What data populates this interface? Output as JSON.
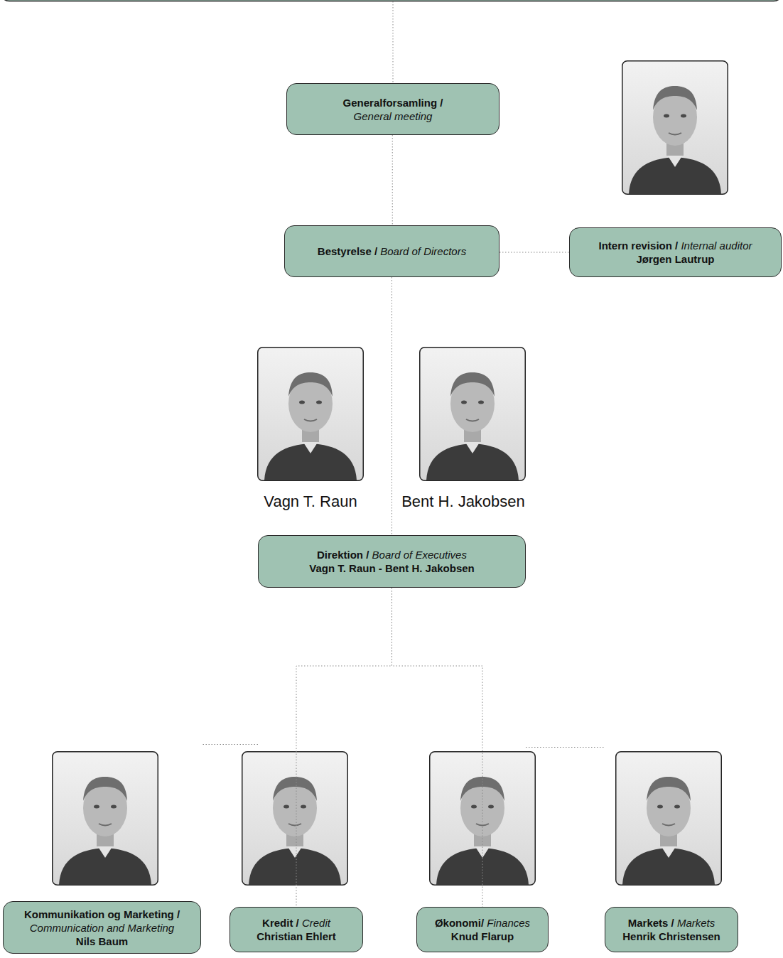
{
  "diagram": {
    "nodes": [
      {
        "text": [
          "Generalforsamling /",
          "General meeting"
        ]
      },
      {
        "text": [
          "Bestyrelse /",
          "Board of Directors"
        ]
      },
      {
        "text": [
          "Intern revision /",
          "Internal auditor",
          "Jørgen Lautrup"
        ]
      },
      {
        "text": [
          "Direktion /",
          "Board of Executives",
          "Vagn T. Raun - Bent H. Jakobsen"
        ]
      },
      {
        "text": [
          "Kommunikation og Marketing /",
          "Communication and Marketing",
          "Nils Baum"
        ]
      },
      {
        "text": [
          "Kredit /",
          "Credit",
          "Christian Ehlert"
        ]
      },
      {
        "text": [
          "Økonomi/",
          "Finances",
          "Knud Flarup"
        ]
      },
      {
        "text": [
          "Markets /",
          "Markets",
          "Henrik Christensen"
        ]
      }
    ],
    "edges": [
      {
        "from": 0,
        "to": 1,
        "arrow": "none"
      },
      {
        "from": 1,
        "to": 2,
        "arrow": "none"
      },
      {
        "from": 1,
        "to": 3,
        "arrow": "none"
      },
      {
        "from": 3,
        "to": 4,
        "arrow": "none"
      },
      {
        "from": 3,
        "to": 5,
        "arrow": "none"
      },
      {
        "from": 3,
        "to": 6,
        "arrow": "none"
      },
      {
        "from": 3,
        "to": 7,
        "arrow": "none"
      }
    ],
    "labels": [
      "Vagn T. Raun",
      "Bent H. Jakobsen"
    ]
  }
}
